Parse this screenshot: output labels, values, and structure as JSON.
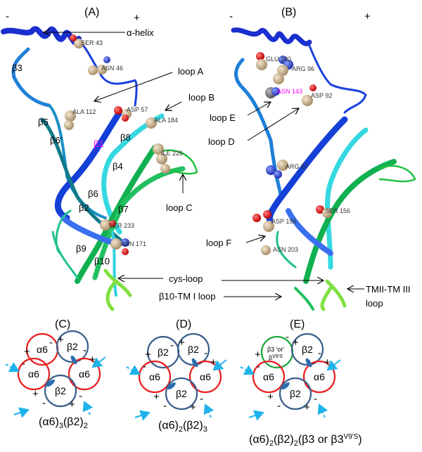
{
  "colors": {
    "alpha_subunit": "#e81f1f",
    "beta2_subunit": "#3a5f8c",
    "beta3_subunit": "#1aa83a",
    "arrow": "#1fb3ea",
    "agonist_marker": "#2a6db0",
    "magenta_label": "#ff00ff"
  },
  "panel_a": {
    "title": "(A)",
    "minus": "-",
    "plus": "+",
    "annotations": {
      "alpha_helix": "α-helix",
      "loop_a": "loop A",
      "loop_b": "loop B",
      "loop_c": "loop C",
      "cys_loop": "cys-loop"
    },
    "strands": {
      "b3": "β3",
      "b5": "β5",
      "b6p": "β6'",
      "b1": "β1",
      "b8": "β8",
      "b4": "β4",
      "b6": "β6",
      "b2": "β2",
      "b7": "β7",
      "b9": "β9",
      "b10": "β10"
    },
    "residues": {
      "ser43": "SER 43",
      "asn46": "ASN 46",
      "ala112": "ALA 112",
      "asp57": "ASP 57",
      "ala184": "ALA 184",
      "ile226": "ILE 226",
      "ser233": "SER 233",
      "asn171": "ASN 171"
    }
  },
  "panel_b": {
    "title": "(B)",
    "minus": "-",
    "plus": "+",
    "annotations": {
      "loop_e": "loop E",
      "loop_d": "loop D",
      "loop_f": "loop F",
      "b10_tm1": "β10-TM I loop",
      "tm2_tm3_a": "TMII-TM III",
      "tm2_tm3_b": "loop"
    },
    "residues": {
      "glu100": "GLU 100",
      "arg96": "ARG 96",
      "asn143": "ASN 143",
      "asp92": "ASP 92",
      "arg87": "ARG 87",
      "ser156": "SER 156",
      "asp199": "ASP 199",
      "asn203": "ASN 203"
    }
  },
  "panel_c": {
    "title": "(C)",
    "subunits": [
      "α6",
      "β2",
      "α6",
      "α6",
      "β2"
    ],
    "formula": {
      "a": "(α6)",
      "a_sub": "3",
      "b": "(β2)",
      "b_sub": "2"
    }
  },
  "panel_d": {
    "title": "(D)",
    "subunits": [
      "β2",
      "β2",
      "α6",
      "α6",
      "β2"
    ],
    "formula": {
      "a": "(α6)",
      "a_sub": "2",
      "b": "(β2)",
      "b_sub": "3"
    }
  },
  "panel_e": {
    "title": "(E)",
    "subunits": [
      "β3 'or' ",
      "β2",
      "α6",
      "α6",
      "β2"
    ],
    "beta3_variant": "β",
    "beta3_variant_sup": "V9'S",
    "formula": {
      "a": "(α6)",
      "a_sub": "2",
      "b": "(β2)",
      "b_sub": "2",
      "c": "(β3 or β3",
      "c_sup": "V9'S",
      "c_end": ")"
    }
  },
  "signs": {
    "minus": "-",
    "plus": "+"
  }
}
